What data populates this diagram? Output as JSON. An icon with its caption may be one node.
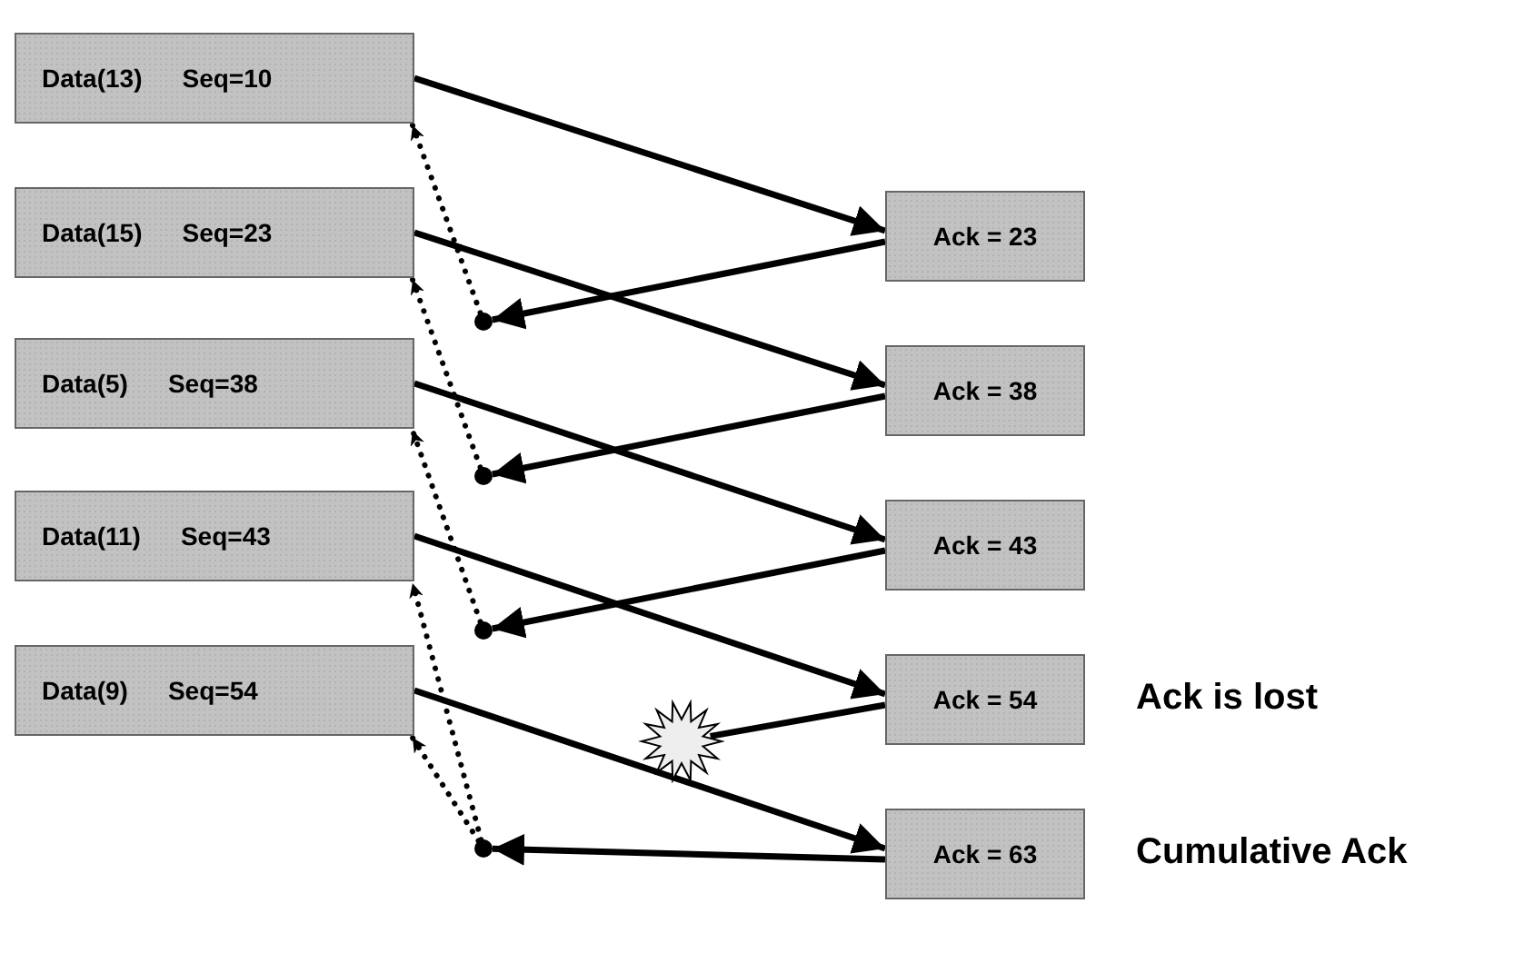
{
  "diagram": {
    "nodes": [
      {
        "text": [
          "Data(13)",
          "Seq=10"
        ]
      },
      {
        "text": [
          "Data(15)",
          "Seq=23"
        ]
      },
      {
        "text": [
          "Data(5)",
          "Seq=38"
        ]
      },
      {
        "text": [
          "Data(11)",
          "Seq=43"
        ]
      },
      {
        "text": [
          "Data(9)",
          "Seq=54"
        ]
      },
      {
        "text": [
          "Ack = 23"
        ]
      },
      {
        "text": [
          "Ack = 38"
        ]
      },
      {
        "text": [
          "Ack = 43"
        ]
      },
      {
        "text": [
          "Ack = 54"
        ],
        "beside": [
          "Ack is lost"
        ]
      },
      {
        "text": [
          "Ack = 63"
        ],
        "beside": [
          "Cumulative Ack"
        ]
      },
      {
        "text": [],
        "shape": "circle"
      },
      {
        "text": [],
        "shape": "circle"
      },
      {
        "text": [],
        "shape": "circle"
      },
      {
        "text": [],
        "shape": "circle"
      },
      {
        "text": [],
        "shape": "burst"
      }
    ],
    "edges": [
      {
        "from": 0,
        "to": 5,
        "arrow": "to"
      },
      {
        "from": 5,
        "to": 10,
        "arrow": "to"
      },
      {
        "from": 10,
        "to": 0,
        "arrow": "to",
        "style": "dashed"
      },
      {
        "from": 1,
        "to": 6,
        "arrow": "to"
      },
      {
        "from": 6,
        "to": 11,
        "arrow": "to"
      },
      {
        "from": 11,
        "to": 1,
        "arrow": "to",
        "style": "dashed"
      },
      {
        "from": 2,
        "to": 7,
        "arrow": "to"
      },
      {
        "from": 7,
        "to": 12,
        "arrow": "to"
      },
      {
        "from": 12,
        "to": 2,
        "arrow": "to",
        "style": "dashed"
      },
      {
        "from": 3,
        "to": 8,
        "arrow": "to"
      },
      {
        "from": 8,
        "to": 14,
        "arrow": "none"
      },
      {
        "from": 4,
        "to": 9,
        "arrow": "to"
      },
      {
        "from": 9,
        "to": 13,
        "arrow": "to"
      },
      {
        "from": 13,
        "to": 3,
        "arrow": "to",
        "style": "dashed"
      },
      {
        "from": 13,
        "to": 4,
        "arrow": "to",
        "style": "dashed"
      }
    ]
  }
}
